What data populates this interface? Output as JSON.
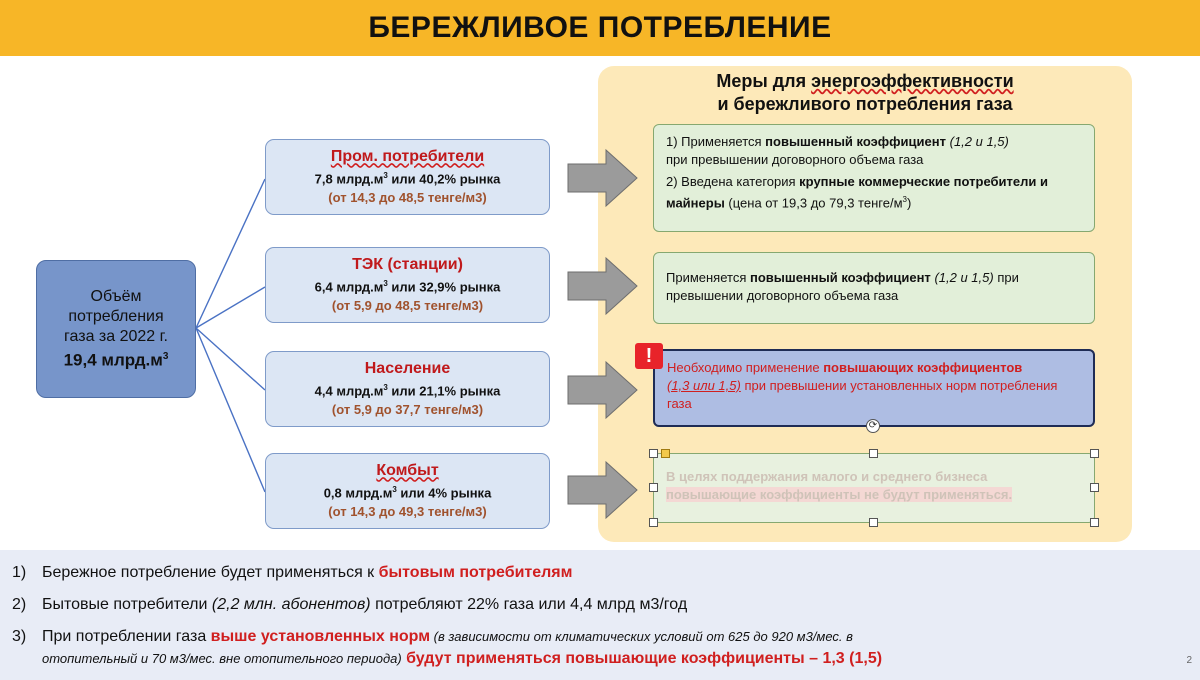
{
  "header": {
    "title": "БЕРЕЖЛИВОЕ ПОТРЕБЛЕНИЕ"
  },
  "measures_title": {
    "prefix": "Меры для ",
    "highlight": "энергоэффективности",
    "line2": "и бережливого потребления газа"
  },
  "total": {
    "line1": "Объём",
    "line2": "потребления",
    "line3": "газа за 2022 г.",
    "value_main": "19,4 млрд.м",
    "value_sup": "3"
  },
  "categories": [
    {
      "title": "Пром. потребители",
      "share_main": "7,8 млрд.м",
      "share_sup": "3",
      "share_rest": " или 40,2% рынка",
      "tariff": "(от 14,3 до 48,5 тенге/м3)"
    },
    {
      "title": "ТЭК (станции)",
      "share_main": "6,4 млрд.м",
      "share_sup": "3",
      "share_rest": "  или 32,9% рынка",
      "tariff": "(от 5,9 до 48,5 тенге/м3)"
    },
    {
      "title": "Население",
      "share_main": "4,4 млрд.м",
      "share_sup": "3",
      "share_rest": "  или 21,1% рынка",
      "tariff": "(от 5,9 до 37,7 тенге/м3)"
    },
    {
      "title": "Комбыт",
      "share_main": "0,8 млрд.м",
      "share_sup": "3",
      "share_rest": " или 4% рынка",
      "tariff": "(от 14,3 до 49,3 тенге/м3)"
    }
  ],
  "measures": {
    "m1": {
      "p1_a": "1) Применяется ",
      "p1_b": "повышенный коэффициент",
      "p1_c": " ",
      "p1_d": "(1,2 и 1,5)",
      "p1_e": "при превышении договорного объема газа",
      "p2_a": "2) Введена категория ",
      "p2_b": "крупные коммерческие потребители и майнеры",
      "p2_c": " (цена от 19,3 до 79,3 тенге/м",
      "p2_sup": "3",
      "p2_d": ")"
    },
    "m2": {
      "a": "Применяется ",
      "b": "повышенный коэффициент",
      "c": " ",
      "d": "(1,2 и 1,5)",
      "e": " при превышении договорного объема газа"
    },
    "m3": {
      "warn": "!",
      "a": "Необходимо применение ",
      "b": "повышающих коэффициентов",
      "c": "(1,3 или 1,5)",
      "d": " при превышении установленных норм потребления газа"
    },
    "m4": {
      "a": "В целях поддержания малого и среднего бизнеса",
      "b": "повышающие коэффициенты не будут применяться."
    }
  },
  "notes": {
    "n1": {
      "num": "1)",
      "a": "Бережное потребление будет применяться к ",
      "b": "бытовым потребителям"
    },
    "n2": {
      "num": "2)",
      "a": "Бытовые потребители ",
      "b": "(2,2 млн. абонентов)",
      "c": " потребляют 22% газа или 4,4 млрд м3/год"
    },
    "n3": {
      "num": "3)",
      "a": "При потреблении газа ",
      "b": "выше установленных норм",
      "c": " (в зависимости от климатических условий от 625 до 920 м3/мес. в",
      "d": "отопительный и 70 м3/мес. вне отопительного периода)",
      "e": " будут применяться повышающие коэффициенты – 1,3 (1,5)"
    }
  },
  "page_number": "2",
  "colors": {
    "banner": "#f7b627",
    "panel": "#fde9b9",
    "total_box": "#7795ca",
    "category_box": "#dce6f4",
    "accent_red": "#d01f1f",
    "tariff": "#a0522d",
    "notes_bg": "#e8ecf6"
  }
}
